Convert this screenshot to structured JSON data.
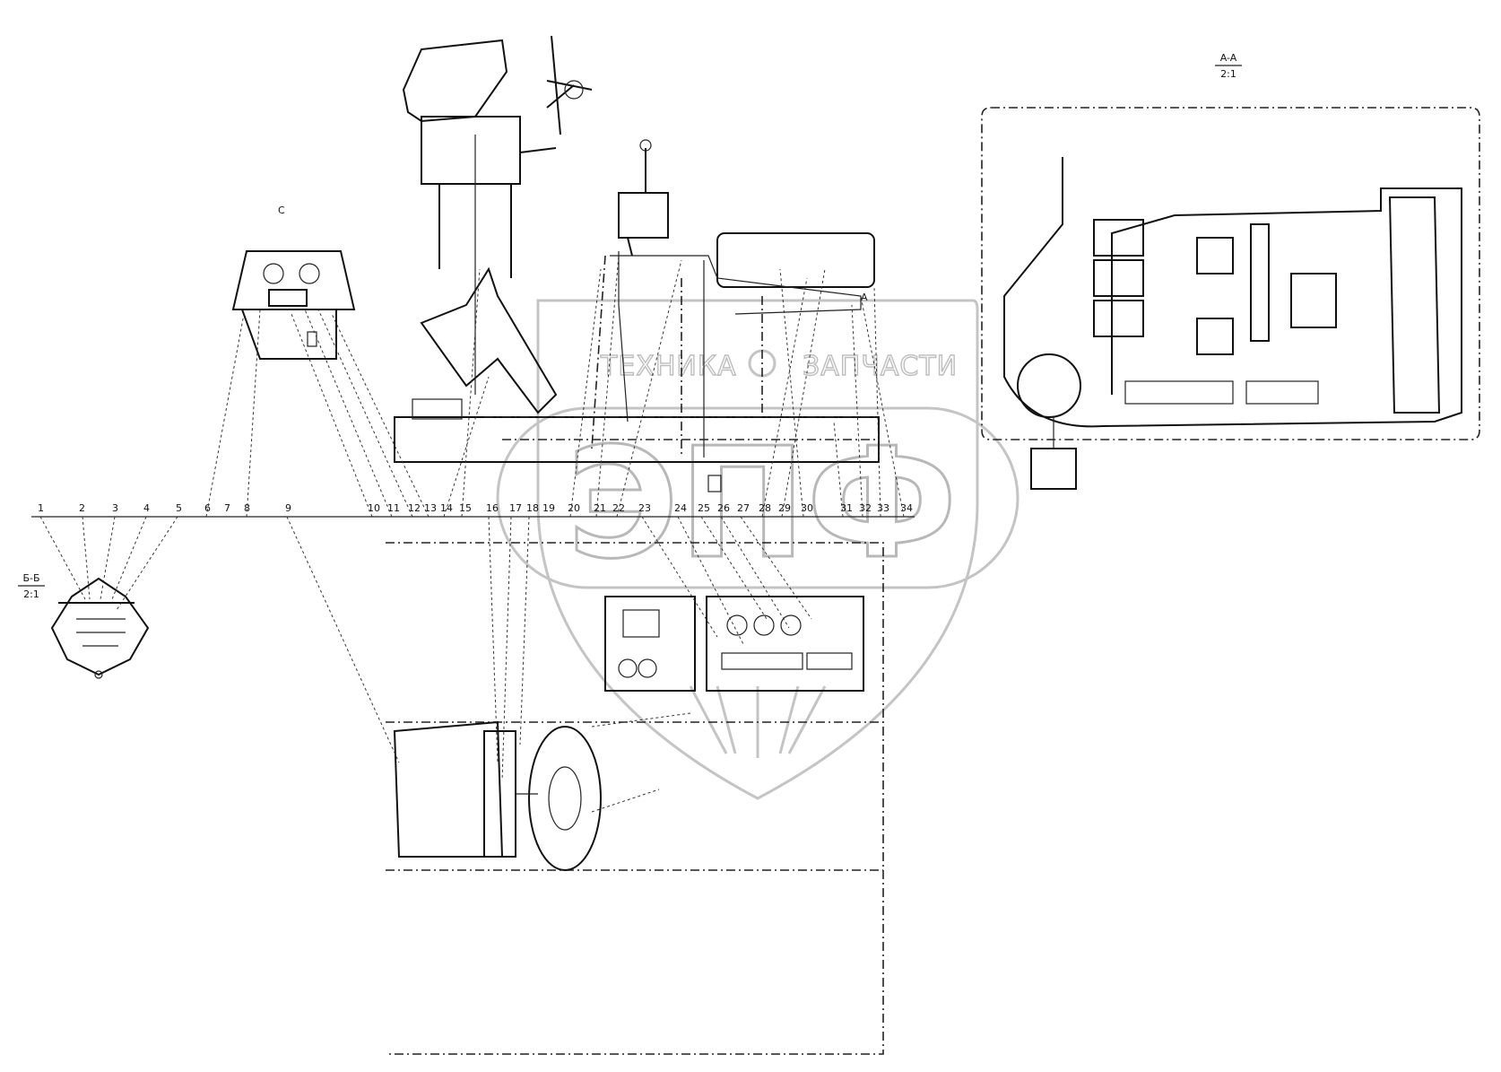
{
  "watermark": {
    "left_word": "ТЕХНИКА",
    "right_word": "ЗАПЧАСТИ",
    "big_letters": "ЭПФ"
  },
  "section_labels": {
    "aa_top": "A-A",
    "aa_bottom": "2:1",
    "bb_top": "Б-Б",
    "bb_bottom": "2:1",
    "view_c": "C",
    "view_a": "A"
  },
  "callouts": [
    "1",
    "2",
    "3",
    "4",
    "5",
    "6",
    "7",
    "8",
    "9",
    "10",
    "11",
    "12",
    "13",
    "14",
    "15",
    "16",
    "17",
    "18",
    "19",
    "20",
    "21",
    "22",
    "23",
    "24",
    "25",
    "26",
    "27",
    "28",
    "29",
    "30",
    "31",
    "32",
    "33",
    "34"
  ]
}
